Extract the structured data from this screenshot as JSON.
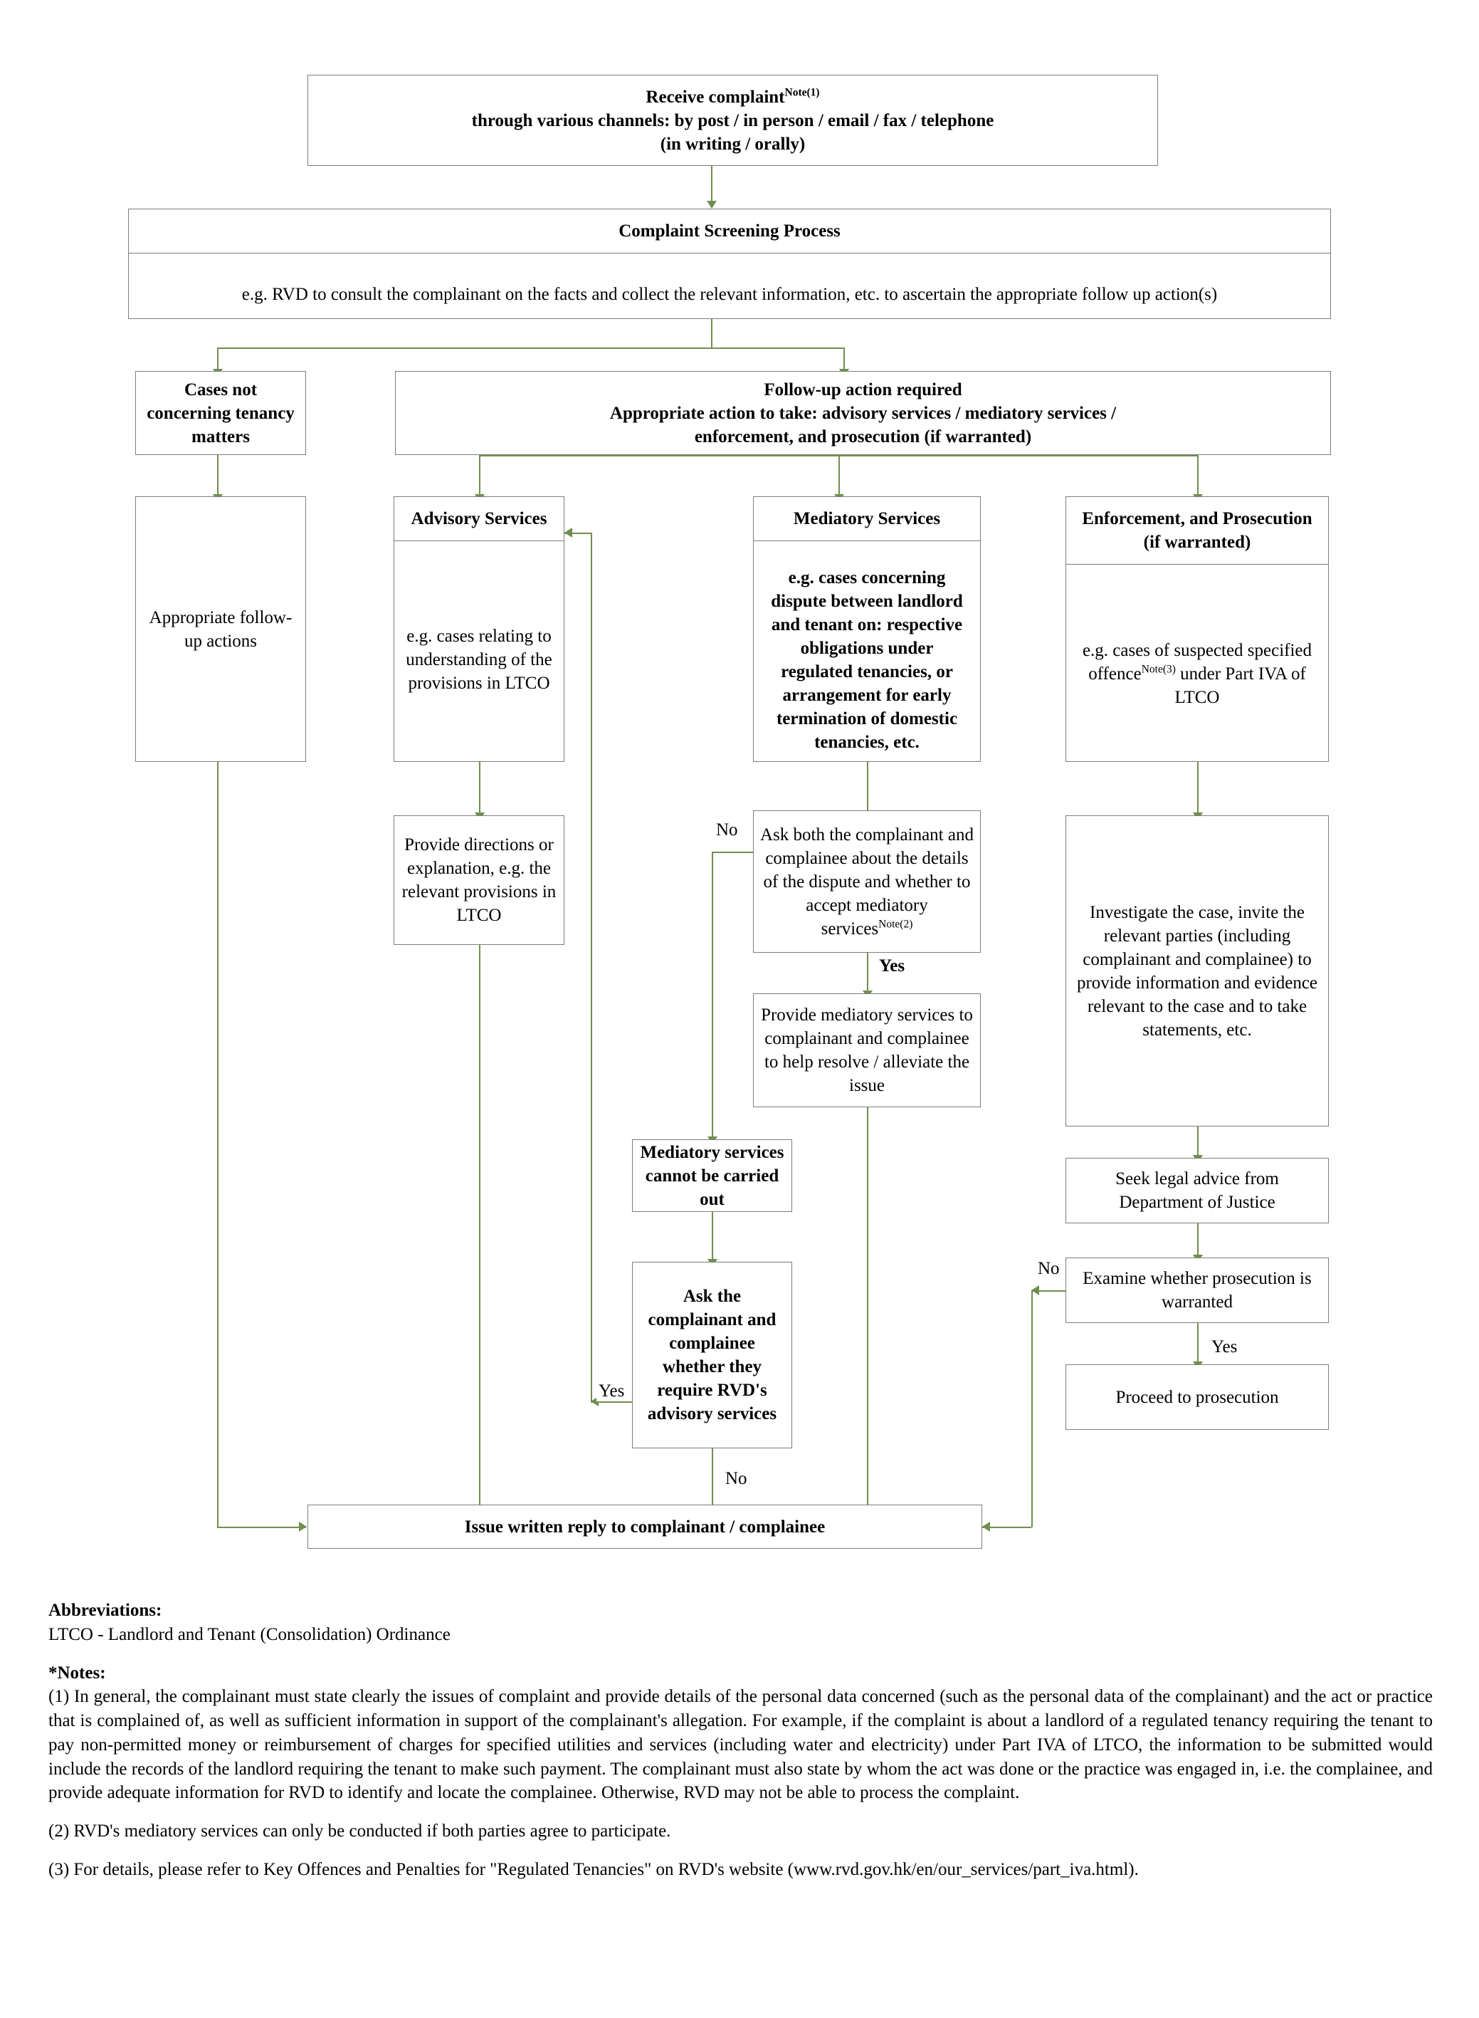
{
  "diagram": {
    "nodes": {
      "receive": {
        "line1": "Receive complaint",
        "sup1": "Note(1)",
        "line2": "through various channels: by post / in person / email / fax / telephone",
        "line3": "(in writing / orally)"
      },
      "screening": {
        "title": "Complaint Screening Process",
        "body": "e.g. RVD to consult the complainant on the facts and collect the relevant information, etc. to ascertain the appropriate follow up action(s)"
      },
      "not_tenancy": {
        "line1": "Cases not",
        "line2": "concerning tenancy",
        "line3": "matters"
      },
      "followup": {
        "line1": "Follow-up action required",
        "line2": "Appropriate action to take: advisory services / mediatory services /",
        "line3": "enforcement, and prosecution (if warranted)"
      },
      "appropriate_followup": {
        "line1": "Appropriate follow-",
        "line2": "up actions"
      },
      "advisory": {
        "title": "Advisory Services",
        "body": "e.g. cases relating to understanding of the provisions in LTCO"
      },
      "mediatory": {
        "title": "Mediatory Services",
        "body": "e.g. cases concerning dispute between landlord and tenant on: respective obligations under regulated tenancies, or arrangement for early termination of domestic tenancies, etc."
      },
      "enforcement": {
        "title_line1": "Enforcement, and Prosecution",
        "title_line2": "(if warranted)",
        "body_pre": "e.g. cases of suspected specified offence",
        "body_sup": "Note(3)",
        "body_post": " under Part IVA of LTCO"
      },
      "provide_directions": {
        "text": "Provide directions or explanation, e.g. the relevant provisions in LTCO"
      },
      "ask_both": {
        "pre": "Ask both the complainant and complainee about the details of the dispute and whether to accept mediatory services",
        "sup": "Note(2)"
      },
      "provide_mediatory": {
        "text": "Provide mediatory services to complainant and complainee to help resolve / alleviate the issue"
      },
      "cannot_carry": {
        "text": "Mediatory services cannot be carried out"
      },
      "ask_advisory": {
        "text": "Ask the complainant and complainee whether they require RVD's advisory services"
      },
      "investigate": {
        "text": "Investigate the case, invite the relevant parties (including complainant and complainee) to provide information and evidence relevant to the case and to take statements, etc."
      },
      "legal_advice": {
        "text": "Seek legal advice from Department of Justice"
      },
      "examine": {
        "text": "Examine whether prosecution is warranted"
      },
      "proceed": {
        "text": "Proceed to prosecution"
      },
      "issue_reply": {
        "text": "Issue written reply to complainant / complainee"
      }
    },
    "edge_labels": {
      "ask_both_no": "No",
      "ask_both_yes": "Yes",
      "ask_advisory_yes": "Yes",
      "ask_advisory_no": "No",
      "examine_no": "No",
      "examine_yes": "Yes"
    }
  },
  "footer": {
    "abbrev_title": "Abbreviations:",
    "abbrev_text": "LTCO - Landlord and Tenant (Consolidation) Ordinance",
    "notes_title": "*Notes:",
    "note1": "(1) In general, the complainant must state clearly the issues of complaint and provide details of the personal data concerned (such as the personal data of the complainant) and the act or practice that is complained of, as well as sufficient information in support of the complainant's allegation.  For example, if the complaint is about a landlord of a regulated tenancy requiring the tenant to pay non-permitted money or reimbursement of charges for specified utilities and services (including water and electricity) under Part IVA of LTCO, the information to be submitted would include the records of the landlord requiring the tenant to make such payment.  The complainant must also state by whom the act was done or the practice was engaged in, i.e. the complainee, and provide adequate information for RVD to identify and locate the complainee.  Otherwise, RVD may not be able to process the complaint.",
    "note2": "(2) RVD's mediatory services can only be conducted if both parties agree to participate.",
    "note3": "(3) For details, please refer to Key Offences and Penalties for \"Regulated Tenancies\" on RVD's website (www.rvd.gov.hk/en/our_services/part_iva.html)."
  }
}
